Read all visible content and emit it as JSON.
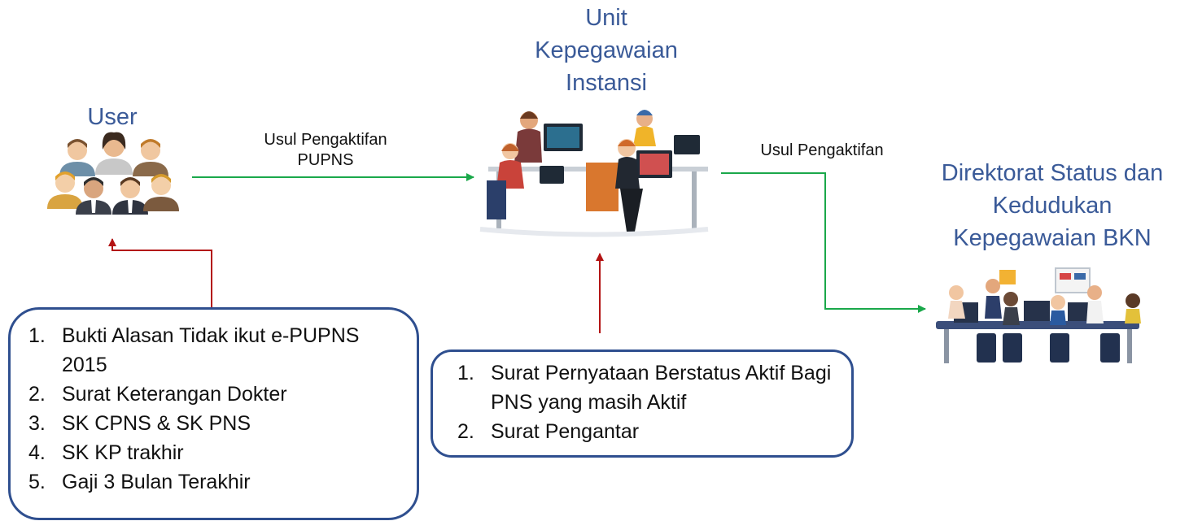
{
  "nodes": {
    "user": {
      "title": "User",
      "icon": "user-group-icon"
    },
    "unit": {
      "title_lines": [
        "Unit",
        "Kepegawaian",
        "Instansi"
      ],
      "icon": "office-workers-icon"
    },
    "directorate": {
      "title_lines": [
        "Direktorat Status dan",
        "Kedudukan",
        "Kepegawaian BKN"
      ],
      "icon": "meeting-team-icon"
    }
  },
  "edges": {
    "user_to_unit": {
      "label_lines": [
        "Usul Pengaktifan",
        "PUPNS"
      ]
    },
    "unit_to_directorate": {
      "label": "Usul Pengaktifan"
    }
  },
  "documents": {
    "user_requirements": {
      "items": [
        "Bukti Alasan Tidak ikut e-PUPNS 2015",
        "Surat Keterangan Dokter",
        "SK CPNS & SK PNS",
        "SK KP trakhir",
        "Gaji 3 Bulan Terakhir"
      ]
    },
    "unit_requirements": {
      "items": [
        "Surat Pernyataan Berstatus Aktif Bagi PNS yang masih Aktif",
        "Surat Pengantar"
      ]
    }
  },
  "colors": {
    "title_blue": "#3a5a98",
    "box_border": "#2f4f8f",
    "flow_arrow_green": "#1aa84a",
    "document_arrow_red": "#b31414"
  }
}
